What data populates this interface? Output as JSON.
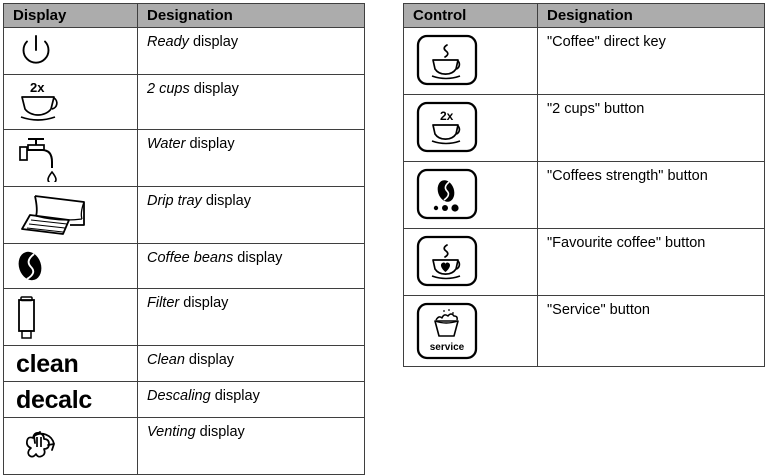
{
  "tables": [
    {
      "id": "display-table",
      "headers": [
        "Display",
        "Designation"
      ],
      "rows": [
        {
          "icon": "power-ready-icon",
          "emphasis": "Ready",
          "rest": " display"
        },
        {
          "icon": "two-cups-icon",
          "emphasis": "2 cups",
          "rest": " display"
        },
        {
          "icon": "water-tap-icon",
          "emphasis": "Water",
          "rest": " display"
        },
        {
          "icon": "drip-tray-icon",
          "emphasis": "Drip tray",
          "rest": " display"
        },
        {
          "icon": "coffee-bean-icon",
          "emphasis": "Coffee beans",
          "rest": " display"
        },
        {
          "icon": "filter-icon",
          "emphasis": "Filter",
          "rest": " display"
        },
        {
          "icon": "clean-word-icon",
          "emphasis": "Clean",
          "rest": " display",
          "word": "clean"
        },
        {
          "icon": "decalc-word-icon",
          "emphasis": "Descaling",
          "rest": " display",
          "word": "decalc"
        },
        {
          "icon": "venting-icon",
          "emphasis": "Venting",
          "rest": " display"
        }
      ]
    },
    {
      "id": "control-table",
      "headers": [
        "Control",
        "Designation"
      ],
      "rows": [
        {
          "icon": "coffee-direct-key-button-icon",
          "label": "\"Coffee\" direct key"
        },
        {
          "icon": "two-cups-button-icon",
          "label": "\"2 cups\" button"
        },
        {
          "icon": "coffee-strength-button-icon",
          "label": "\"Coffees strength\" button"
        },
        {
          "icon": "favourite-coffee-button-icon",
          "label": "\"Favourite coffee\" button"
        },
        {
          "icon": "service-button-icon",
          "label": "\"Service\" button",
          "button_text": "service"
        }
      ]
    }
  ],
  "labels": {
    "two_cups_badge": "2x",
    "service_text": "service"
  },
  "colors": {
    "header_bg": "#acacac",
    "border": "#3f3f3f",
    "ink": "#000000",
    "page_bg": "#ffffff"
  }
}
